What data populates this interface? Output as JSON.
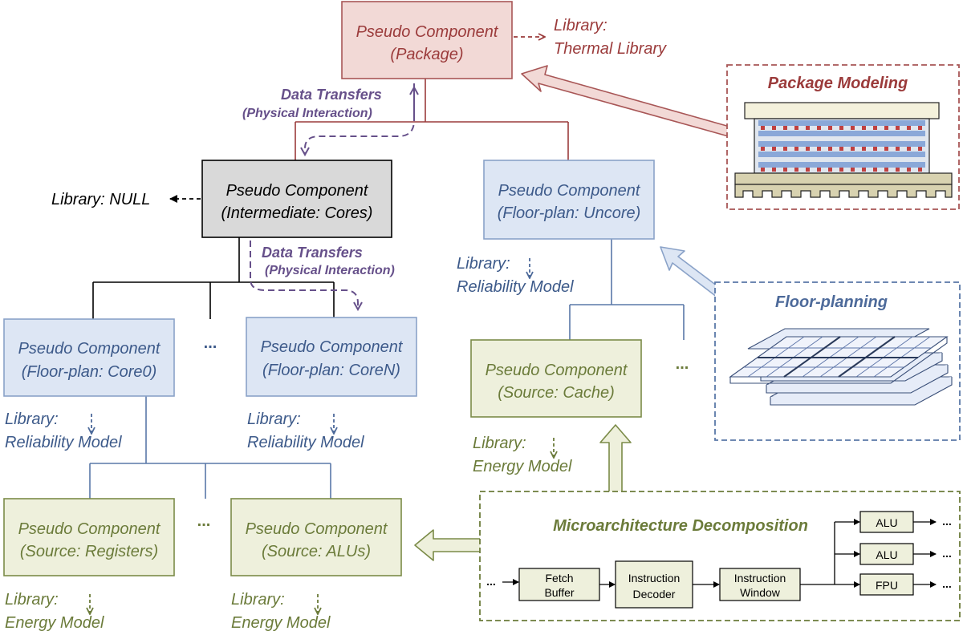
{
  "colors": {
    "red": "#9b3b3b",
    "red_fill": "#f2d9d6",
    "gray_fill": "#d9d9d9",
    "blue": "#3d5a8a",
    "blue_fill": "#dde6f4",
    "blue_stroke": "#8aa2c8",
    "green": "#6b7b3a",
    "green_fill": "#eef0dc",
    "purple": "#66508a",
    "black": "#000000"
  },
  "nodes": {
    "package": {
      "line1": "Pseudo Component",
      "line2": "(Package)"
    },
    "cores": {
      "line1": "Pseudo Component",
      "line2": "(Intermediate: Cores)"
    },
    "uncore": {
      "line1": "Pseudo Component",
      "line2": "(Floor-plan: Uncore)"
    },
    "core0": {
      "line1": "Pseudo Component",
      "line2": "(Floor-plan: Core0)"
    },
    "coren": {
      "line1": "Pseudo Component",
      "line2": "(Floor-plan: CoreN)"
    },
    "cache": {
      "line1": "Pseudo Component",
      "line2": "(Source: Cache)"
    },
    "registers": {
      "line1": "Pseudo Component",
      "line2": "(Source: Registers)"
    },
    "alus": {
      "line1": "Pseudo Component",
      "line2": "(Source: ALUs)"
    }
  },
  "libraries": {
    "thermal": {
      "line1": "Library:",
      "line2": "Thermal Library"
    },
    "null": "Library: NULL",
    "uncore": {
      "line1": "Library:",
      "line2": "Reliability Model"
    },
    "core0": {
      "line1": "Library:",
      "line2": "Reliability Model"
    },
    "coren": {
      "line1": "Library:",
      "line2": "Reliability Model"
    },
    "cache": {
      "line1": "Library:",
      "line2": "Energy Model"
    },
    "registers": {
      "line1": "Library:",
      "line2": "Energy Model"
    },
    "alus": {
      "line1": "Library:",
      "line2": "Energy Model"
    }
  },
  "data_transfers": {
    "top": {
      "line1": "Data Transfers",
      "line2": "(Physical Interaction)"
    },
    "middle": {
      "line1": "Data Transfers",
      "line2": "(Physical Interaction)"
    }
  },
  "ellipsis": "...",
  "panels": {
    "package_modeling": "Package Modeling",
    "floor_planning": "Floor-planning",
    "microarchitecture": "Microarchitecture Decomposition"
  },
  "pipeline": {
    "fetch": {
      "line1": "Fetch",
      "line2": "Buffer"
    },
    "decoder": {
      "line1": "Instruction",
      "line2": "Decoder"
    },
    "window": {
      "line1": "Instruction",
      "line2": "Window"
    },
    "alu1": "ALU",
    "alu2": "ALU",
    "fpu": "FPU"
  }
}
